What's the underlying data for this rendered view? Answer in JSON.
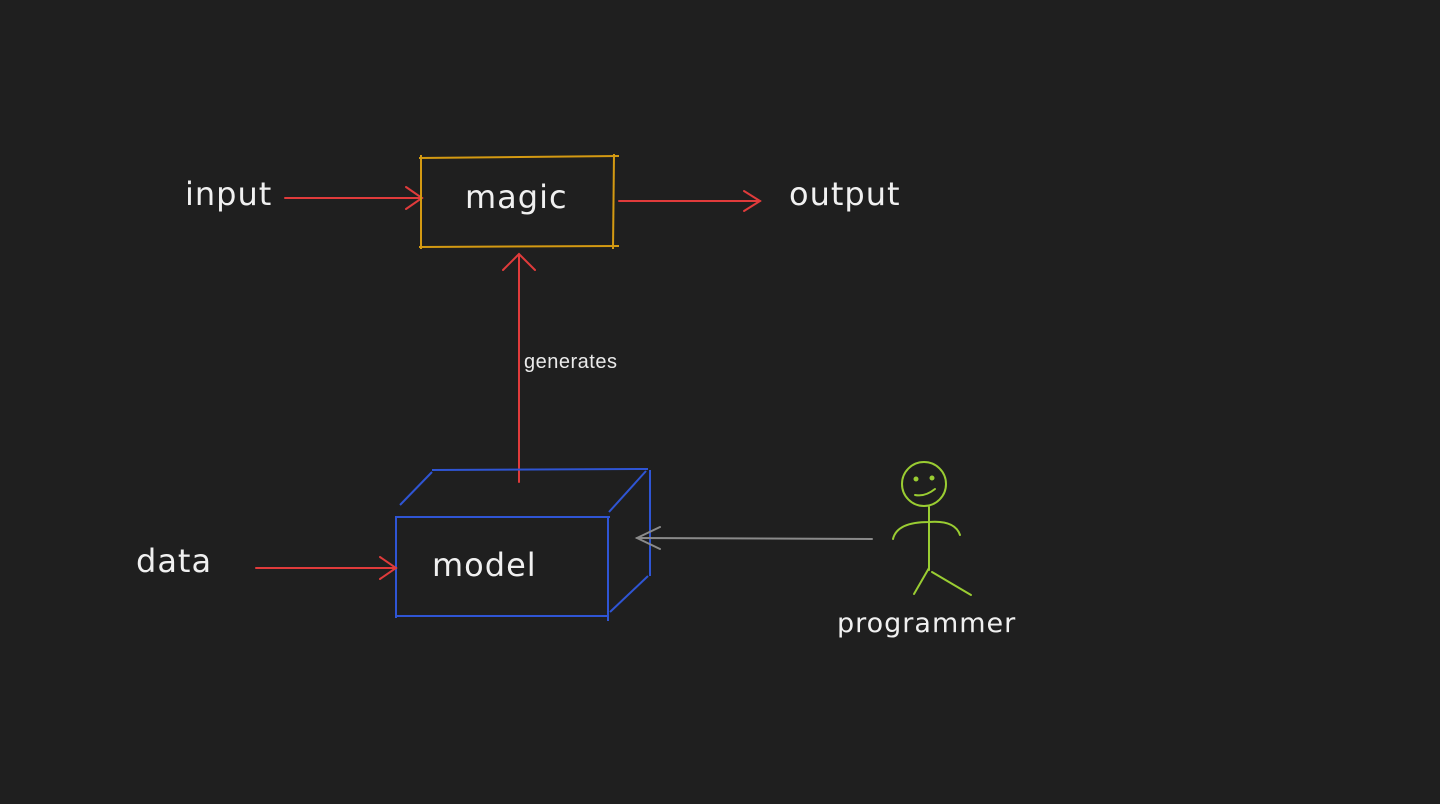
{
  "labels": {
    "input": "input",
    "magic": "magic",
    "output": "output",
    "generates": "generates",
    "data": "data",
    "model": "model",
    "programmer": "programmer"
  },
  "colors": {
    "background": "#1f1f1f",
    "arrow_red": "#e03b3b",
    "magic_box": "#d49a12",
    "model_box": "#2f55d4",
    "programmer_figure": "#9acd32",
    "programmer_arrow": "#8a8a8a",
    "text": "#f0f0f0"
  }
}
